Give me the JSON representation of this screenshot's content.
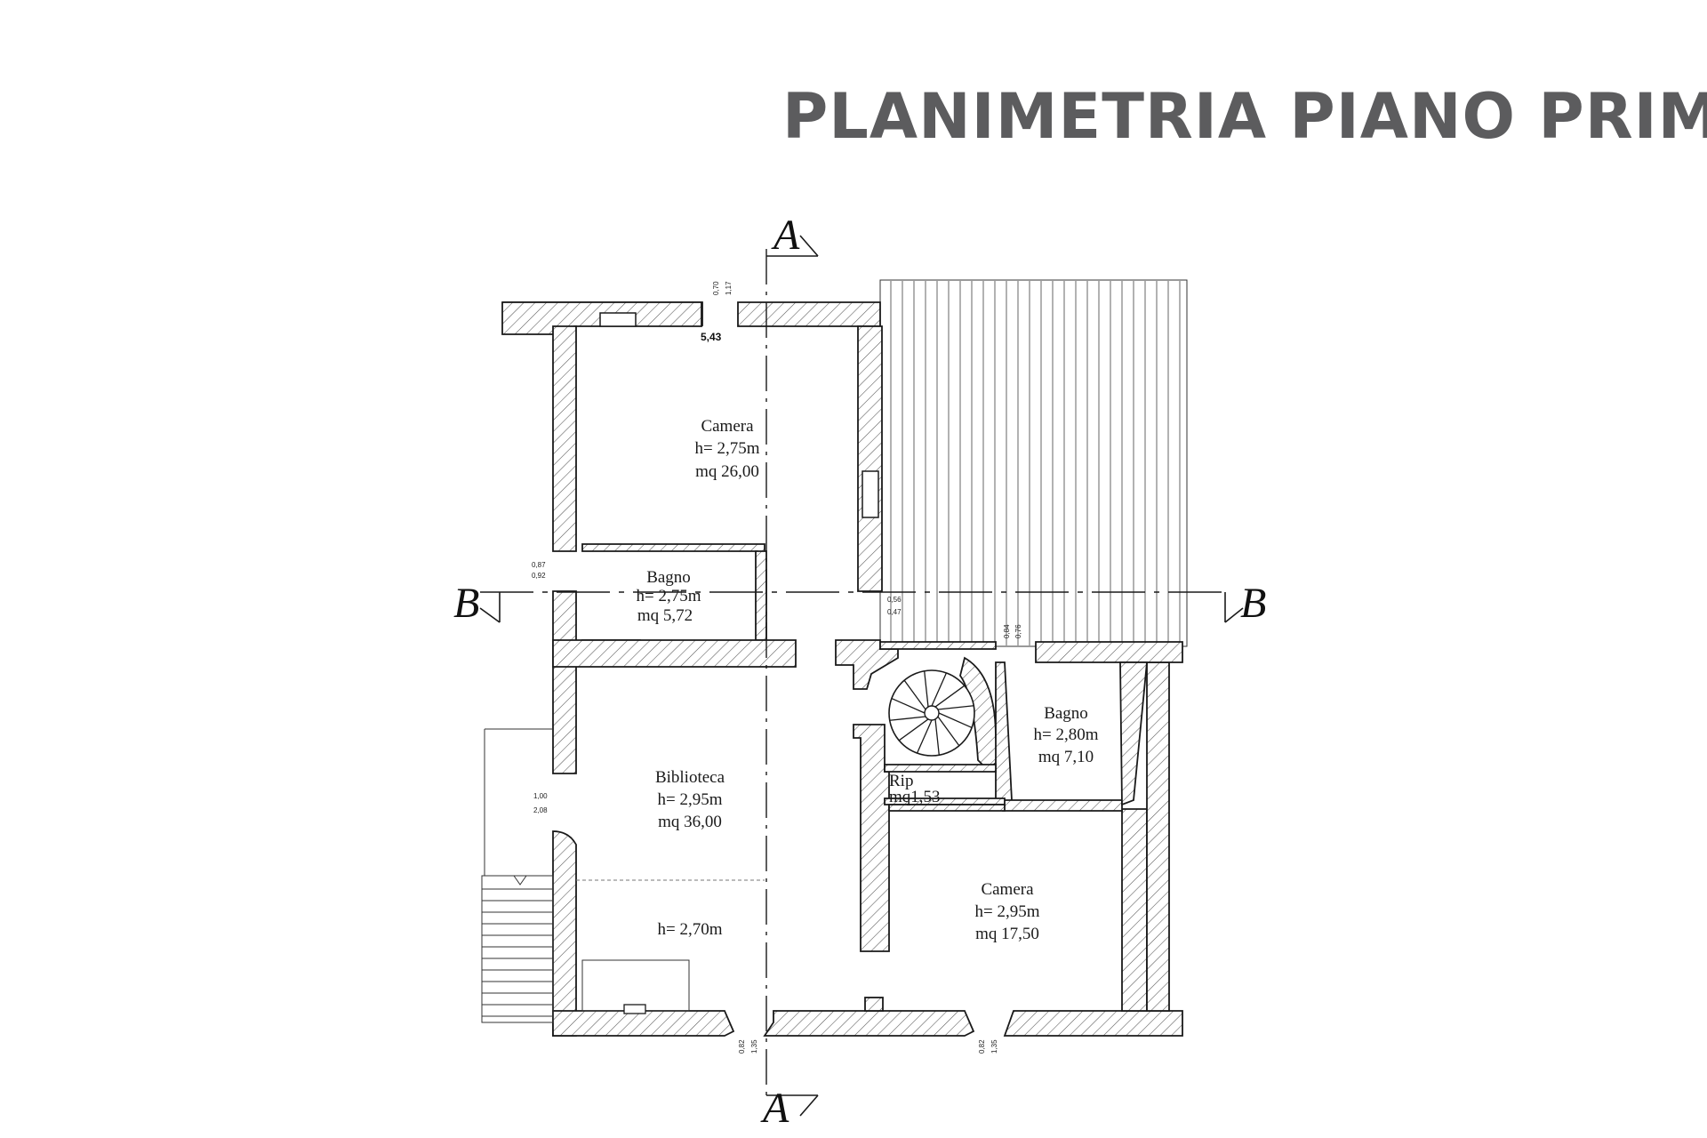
{
  "title": "PLANIMETRIA PIANO PRIMO",
  "section_marks": {
    "a_top": "A",
    "a_bottom": "A",
    "b_left": "B",
    "b_right": "B"
  },
  "top_dimension": "5,43",
  "openings": {
    "top_window": [
      "0,70",
      "1,17"
    ],
    "bagno_left": [
      "0,87",
      "0,92"
    ],
    "hall_door": [
      "0,56",
      "0,47"
    ],
    "bagno_right_door": [
      "0,84",
      "0,76"
    ],
    "biblioteca_left": [
      "1,00",
      "2,08"
    ],
    "bottom_left_window": [
      "0,82",
      "1,35"
    ],
    "bottom_right_window": [
      "0,82",
      "1,35"
    ]
  },
  "rooms": {
    "camera_top": {
      "name": "Camera",
      "height": "h= 2,75m",
      "area": "mq 26,00"
    },
    "bagno_left": {
      "name": "Bagno",
      "height": "h= 2,75m",
      "area": "mq 5,72"
    },
    "biblioteca": {
      "name": "Biblioteca",
      "height": "h= 2,95m",
      "area": "mq 36,00",
      "height_lower": "h= 2,70m"
    },
    "bagno_right": {
      "name": "Bagno",
      "height": "h= 2,80m",
      "area": "mq 7,10"
    },
    "ripostiglio": {
      "name": "Rip",
      "area": "mq1,53"
    },
    "camera_bottom": {
      "name": "Camera",
      "height": "h= 2,95m",
      "area": "mq 17,50"
    }
  }
}
